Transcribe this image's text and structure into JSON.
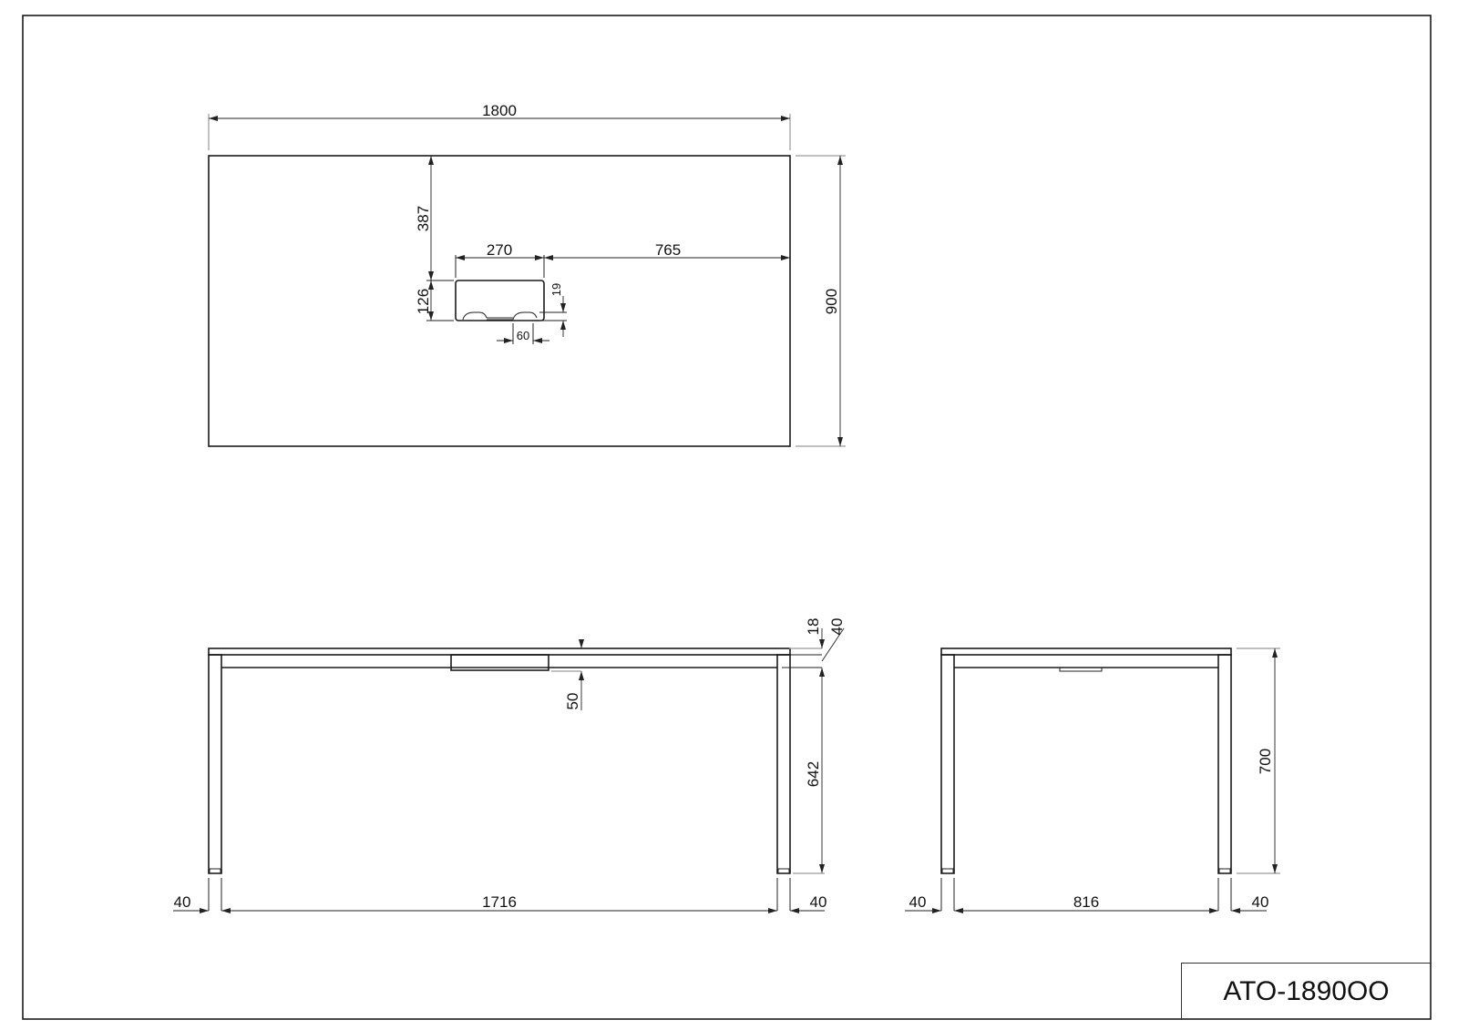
{
  "drawing": {
    "title_block": "ATO-1890OO",
    "top_view": {
      "overall_width": "1800",
      "overall_depth": "900",
      "cutout_offset_from_back": "387",
      "cutout_width": "270",
      "cutout_offset_from_right": "765",
      "cutout_depth": "126",
      "cutout_notch_depth": "19",
      "cutout_notch_width": "60"
    },
    "front_view": {
      "top_thickness": "18",
      "apron_offset": "40",
      "tray_depth": "50",
      "leg_clear_height": "642",
      "left_leg_width": "40",
      "inner_span": "1716",
      "right_leg_width": "40"
    },
    "side_view": {
      "height": "700",
      "left_leg_width": "40",
      "inner_span": "816",
      "right_leg_width": "40"
    }
  }
}
